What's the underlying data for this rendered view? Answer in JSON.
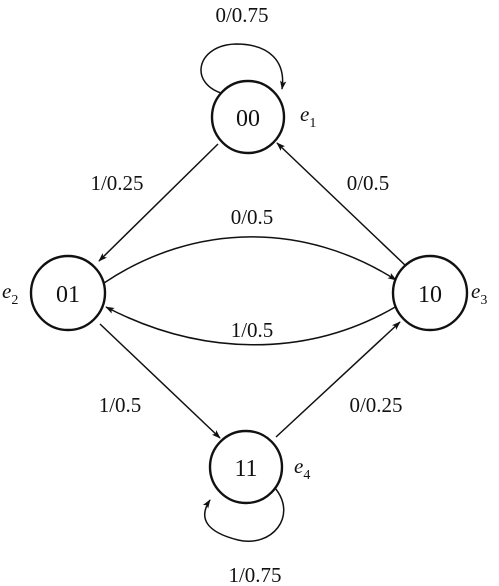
{
  "states": [
    {
      "id": "s00",
      "label": "00",
      "tag": "e",
      "tag_sub": "1"
    },
    {
      "id": "s01",
      "label": "01",
      "tag": "e",
      "tag_sub": "2"
    },
    {
      "id": "s10",
      "label": "10",
      "tag": "e",
      "tag_sub": "3"
    },
    {
      "id": "s11",
      "label": "11",
      "tag": "e",
      "tag_sub": "4"
    }
  ],
  "transitions": [
    {
      "from": "00",
      "to": "00",
      "label": "0/0.75"
    },
    {
      "from": "00",
      "to": "01",
      "label": "1/0.25"
    },
    {
      "from": "01",
      "to": "10",
      "label": "0/0.5"
    },
    {
      "from": "10",
      "to": "01",
      "label": "1/0.5"
    },
    {
      "from": "10",
      "to": "00",
      "label": "0/0.5"
    },
    {
      "from": "01",
      "to": "11",
      "label": "1/0.5"
    },
    {
      "from": "11",
      "to": "10",
      "label": "0/0.25"
    },
    {
      "from": "11",
      "to": "11",
      "label": "1/0.75"
    }
  ],
  "colors": {
    "stroke": "#111111",
    "background": "#ffffff"
  }
}
